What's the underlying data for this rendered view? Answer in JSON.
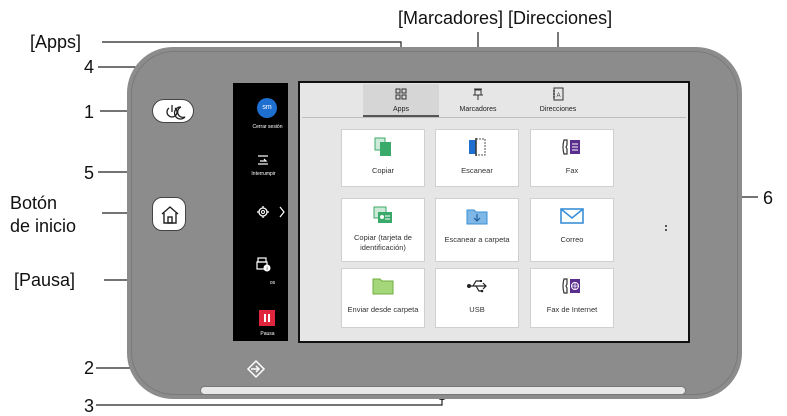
{
  "callouts": {
    "apps": "[Apps]",
    "marcadores_direcciones": "[Marcadores] [Direcciones]",
    "n1": "1",
    "n2": "2",
    "n3": "3",
    "n4": "4",
    "n5": "5",
    "n6": "6",
    "boton_inicio_line1": "Botón",
    "boton_inicio_line2": "de inicio",
    "pausa": "[Pausa]"
  },
  "sidebar": {
    "avatar": "sm",
    "logout": "Cerrar sesión",
    "interrupt": "Interrumpir",
    "jobs_partial": "os",
    "pause": "Pausa"
  },
  "tabs": [
    {
      "label": "Apps"
    },
    {
      "label": "Marcadores"
    },
    {
      "label": "Direcciones"
    }
  ],
  "tiles": [
    {
      "label": "Copiar"
    },
    {
      "label": "Escanear"
    },
    {
      "label": "Fax"
    },
    {
      "label": "Copiar (tarjeta de identificación)"
    },
    {
      "label": "Escanear a carpeta"
    },
    {
      "label": "Correo"
    },
    {
      "label": "Enviar desde carpeta"
    },
    {
      "label": "USB"
    },
    {
      "label": "Fax de Internet"
    }
  ],
  "colors": {
    "panel": "#8c8c8c",
    "screen": "#e6e6e6",
    "accent_green": "#3aaa6a",
    "accent_blue": "#3a8fd6",
    "pause_red": "#e0263c",
    "avatar_blue": "#1f6fd1"
  }
}
